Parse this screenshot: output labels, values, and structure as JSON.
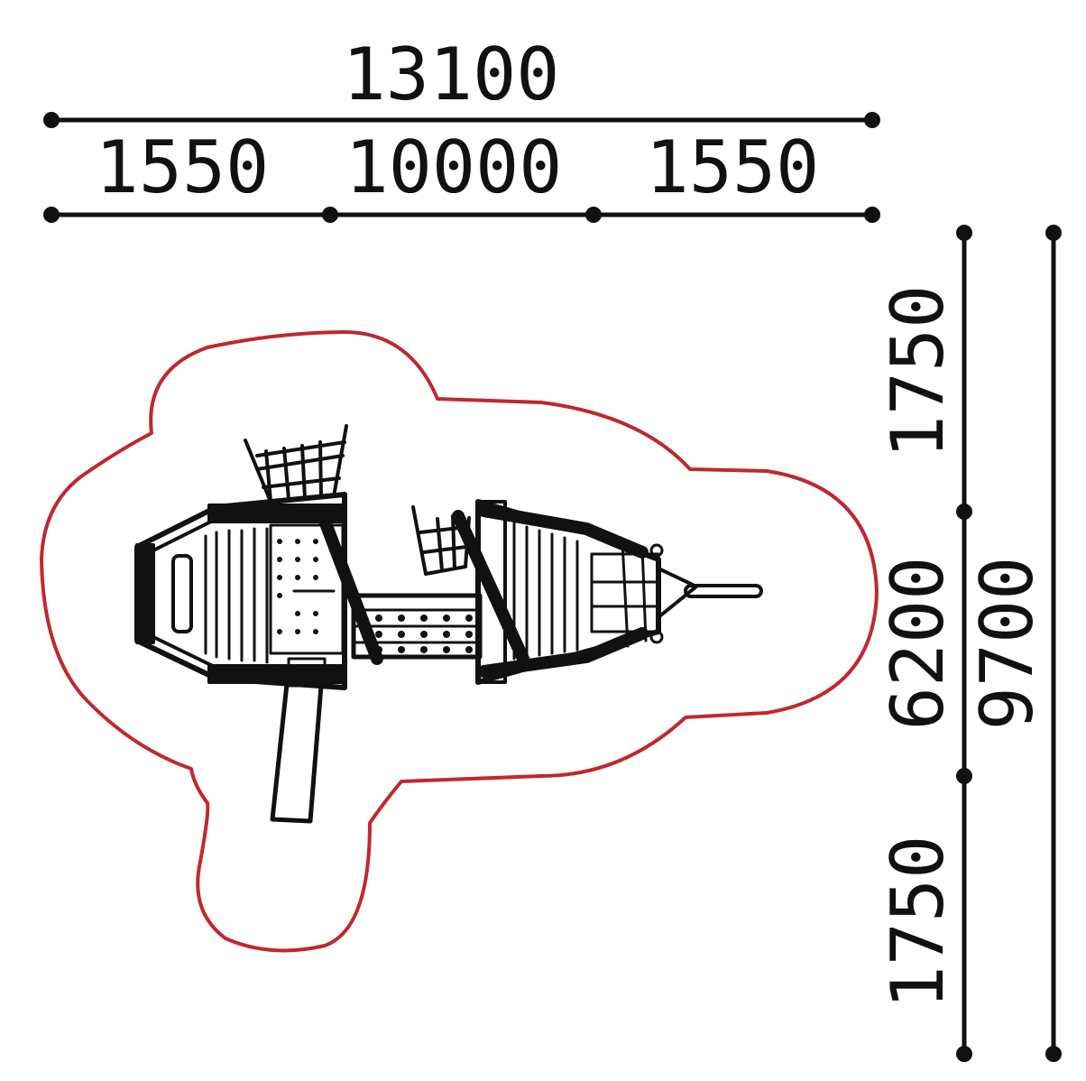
{
  "dimensions": {
    "overall_width": "13100",
    "left_clearance": "1550",
    "equipment_width": "10000",
    "right_clearance": "1550",
    "top_clearance": "1750",
    "equipment_depth": "6200",
    "bottom_clearance": "1750",
    "overall_depth": "9700"
  },
  "colors": {
    "safety_zone_outline": "#c0282d",
    "drawing_lines": "#111111",
    "background": "#ffffff"
  }
}
